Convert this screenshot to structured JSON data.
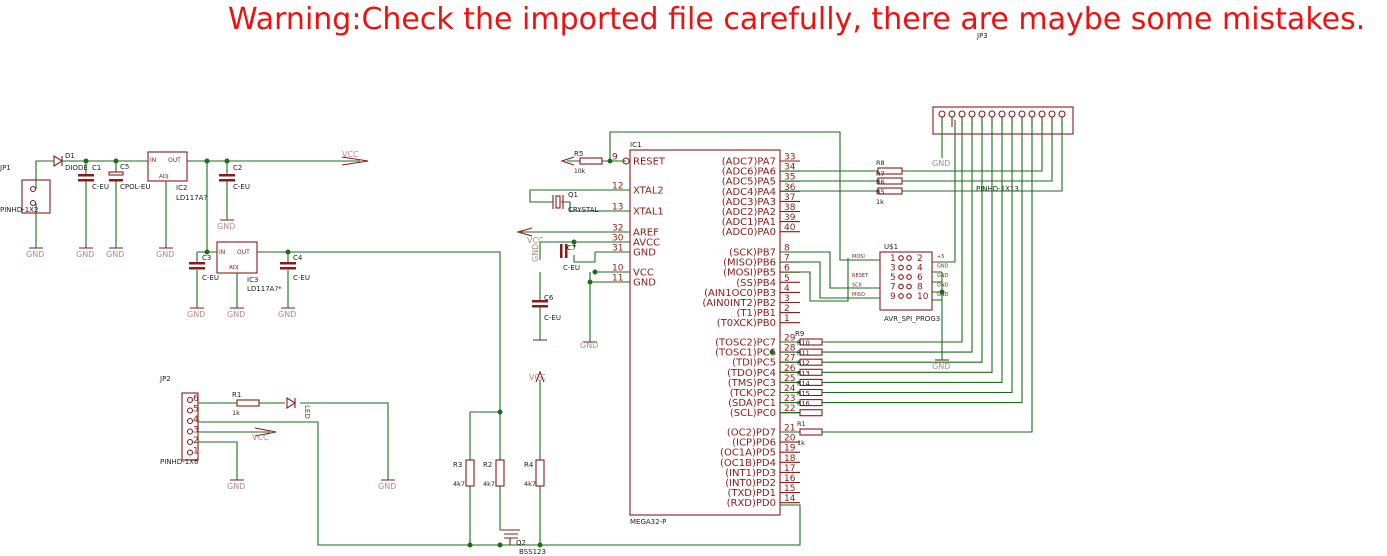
{
  "warning": "Warning:Check the imported file carefully, there are maybe some mistakes.",
  "colors": {
    "wire": "#1a6e1a",
    "part": "#8b1a1a",
    "text": "#222222",
    "warning": "#ee1111",
    "ground": "#b08a8a"
  },
  "parts": {
    "jp1": {
      "name": "JP1",
      "value": "PINHD-1X2"
    },
    "jp2": {
      "name": "JP2",
      "value": "PINHD-1X6",
      "pins": [
        "6",
        "5",
        "4",
        "3",
        "2",
        "1"
      ]
    },
    "jp3": {
      "name": "JP3",
      "value": "PINHD-1X13"
    },
    "d1": {
      "name": "D1",
      "value": "DIODE"
    },
    "c1": {
      "name": "C1",
      "value": "C-EU"
    },
    "c5": {
      "name": "C5",
      "value": "CPOL-EU"
    },
    "c2": {
      "name": "C2",
      "value": "C-EU"
    },
    "c3": {
      "name": "C3",
      "value": "C-EU"
    },
    "c4": {
      "name": "C4",
      "value": "C-EU"
    },
    "c6": {
      "name": "C6",
      "value": "C-EU"
    },
    "c7": {
      "name": "C7",
      "value": "C-EU"
    },
    "ic2": {
      "name": "IC2",
      "value": "LD117A?",
      "pin_in": "IN",
      "pin_out": "OUT",
      "pin_adj": "ADJ"
    },
    "ic3": {
      "name": "IC3",
      "value": "LD117A?*",
      "pin_in": "IN",
      "pin_out": "OUT",
      "pin_adj": "ADJ"
    },
    "r5": {
      "name": "R5",
      "value": "10k"
    },
    "q1": {
      "name": "Q1",
      "value": "CRYSTAL"
    },
    "r1": {
      "name": "R1",
      "value": "1k"
    },
    "led1": {
      "name": "LED"
    },
    "r2": {
      "name": "R2",
      "value": "4k7"
    },
    "r3": {
      "name": "R3",
      "value": "4k7"
    },
    "r4": {
      "name": "R4",
      "value": "4k7"
    },
    "q2": {
      "name": "Q2",
      "value": "BSS123"
    },
    "r8": {
      "name": "R8",
      "value": "1k"
    },
    "r9": {
      "name": "R9",
      "value": "1k"
    },
    "u1": {
      "name": "U$1",
      "value": "AVR_SPI_PROG3",
      "pin_numbers": [
        "1",
        "2",
        "3",
        "4",
        "5",
        "6",
        "7",
        "8",
        "9",
        "10"
      ],
      "signals_left": [
        "MOSI",
        "",
        "RESET",
        "SCK",
        "MISO"
      ],
      "signals_right": [
        "+5",
        "GND",
        "GND",
        "GND",
        "GND"
      ]
    },
    "ic1": {
      "name": "IC1",
      "value": "MEGA32-P"
    }
  },
  "r_stack_labels": [
    "R7",
    "R6",
    "R5"
  ],
  "r9_stack_labels": [
    "R10",
    "R11",
    "R12",
    "R13",
    "R14",
    "R15",
    "R16",
    "R1"
  ],
  "net_labels": {
    "vcc": "VCC",
    "gnd": "GND"
  },
  "ic1_left_pins": [
    {
      "num": "9",
      "name": "RESET"
    },
    {
      "num": "12",
      "name": "XTAL2"
    },
    {
      "num": "13",
      "name": "XTAL1"
    },
    {
      "num": "32",
      "name": "AREF"
    },
    {
      "num": "30",
      "name": "AVCC"
    },
    {
      "num": "31",
      "name": "GND"
    },
    {
      "num": "10",
      "name": "VCC"
    },
    {
      "num": "11",
      "name": "GND"
    }
  ],
  "ic1_right_pins": [
    {
      "num": "33",
      "name": "(ADC7)PA7"
    },
    {
      "num": "34",
      "name": "(ADC6)PA6"
    },
    {
      "num": "35",
      "name": "(ADC5)PA5"
    },
    {
      "num": "36",
      "name": "(ADC4)PA4"
    },
    {
      "num": "37",
      "name": "(ADC3)PA3"
    },
    {
      "num": "38",
      "name": "(ADC2)PA2"
    },
    {
      "num": "39",
      "name": "(ADC1)PA1"
    },
    {
      "num": "40",
      "name": "(ADC0)PA0"
    },
    {
      "num": "8",
      "name": "(SCK)PB7"
    },
    {
      "num": "7",
      "name": "(MISO)PB6"
    },
    {
      "num": "6",
      "name": "(MOSI)PB5"
    },
    {
      "num": "5",
      "name": "(SS)PB4"
    },
    {
      "num": "4",
      "name": "(AIN1OC0)PB3"
    },
    {
      "num": "3",
      "name": "(AIN0INT2)PB2"
    },
    {
      "num": "2",
      "name": "(T1)PB1"
    },
    {
      "num": "1",
      "name": "(T0XCK)PB0"
    },
    {
      "num": "29",
      "name": "(TOSC2)PC7"
    },
    {
      "num": "28",
      "name": "(TOSC1)PC6"
    },
    {
      "num": "27",
      "name": "(TDI)PC5"
    },
    {
      "num": "26",
      "name": "(TDO)PC4"
    },
    {
      "num": "25",
      "name": "(TMS)PC3"
    },
    {
      "num": "24",
      "name": "(TCK)PC2"
    },
    {
      "num": "23",
      "name": "(SDA)PC1"
    },
    {
      "num": "22",
      "name": "(SCL)PC0"
    },
    {
      "num": "21",
      "name": "(OC2)PD7"
    },
    {
      "num": "20",
      "name": "(ICP)PD6"
    },
    {
      "num": "19",
      "name": "(OC1A)PD5"
    },
    {
      "num": "18",
      "name": "(OC1B)PD4"
    },
    {
      "num": "17",
      "name": "(INT1)PD3"
    },
    {
      "num": "16",
      "name": "(INT0)PD2"
    },
    {
      "num": "15",
      "name": "(TXD)PD1"
    },
    {
      "num": "14",
      "name": "(RXD)PD0"
    }
  ]
}
